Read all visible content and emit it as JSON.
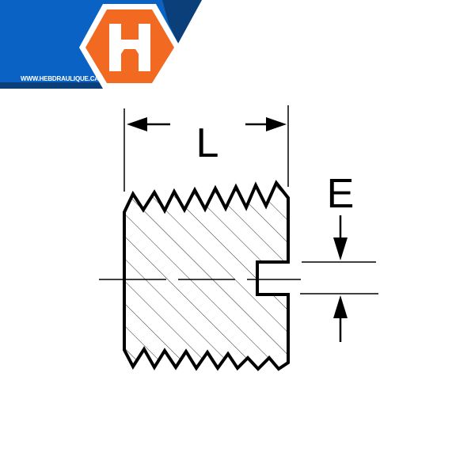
{
  "logo": {
    "letter": "H",
    "url": "WWW.HEBDRAULIQUE.CA",
    "colors": {
      "blue": "#0a63c4",
      "dark_blue": "#0b3f7a",
      "orange": "#f26a21"
    }
  },
  "diagram": {
    "length_label": "L",
    "slot_label": "E"
  }
}
